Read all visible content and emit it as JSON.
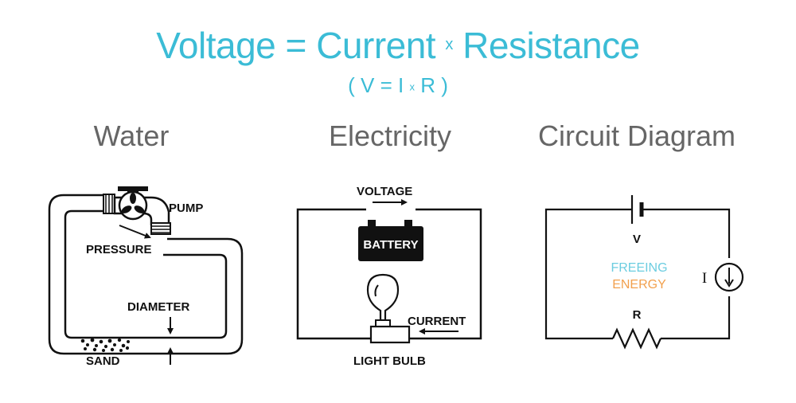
{
  "header": {
    "title_voltage": "Voltage",
    "title_eq": "=",
    "title_current": "Current",
    "title_times": "x",
    "title_resistance": "Resistance",
    "subtitle_open": "(",
    "subtitle_v": "V",
    "subtitle_eq": "=",
    "subtitle_i": "I",
    "subtitle_times": "x",
    "subtitle_r": "R",
    "subtitle_close": ")"
  },
  "sections": {
    "water": {
      "heading": "Water",
      "pump_label": "PUMP",
      "pressure_label": "PRESSURE",
      "diameter_label": "DIAMETER",
      "sand_label": "SAND"
    },
    "electricity": {
      "heading": "Electricity",
      "voltage_label": "VOLTAGE",
      "battery_label": "BATTERY",
      "current_label": "CURRENT",
      "bulb_label": "LIGHT BULB"
    },
    "circuit": {
      "heading": "Circuit Diagram",
      "v_label": "V",
      "freeing_label": "FREEING",
      "energy_label": "ENERGY",
      "i_label": "I",
      "r_label": "R"
    }
  },
  "colors": {
    "accent": "#3bbcd6",
    "heading_gray": "#666666",
    "energy_orange": "#f2a04d",
    "line": "#111111"
  }
}
